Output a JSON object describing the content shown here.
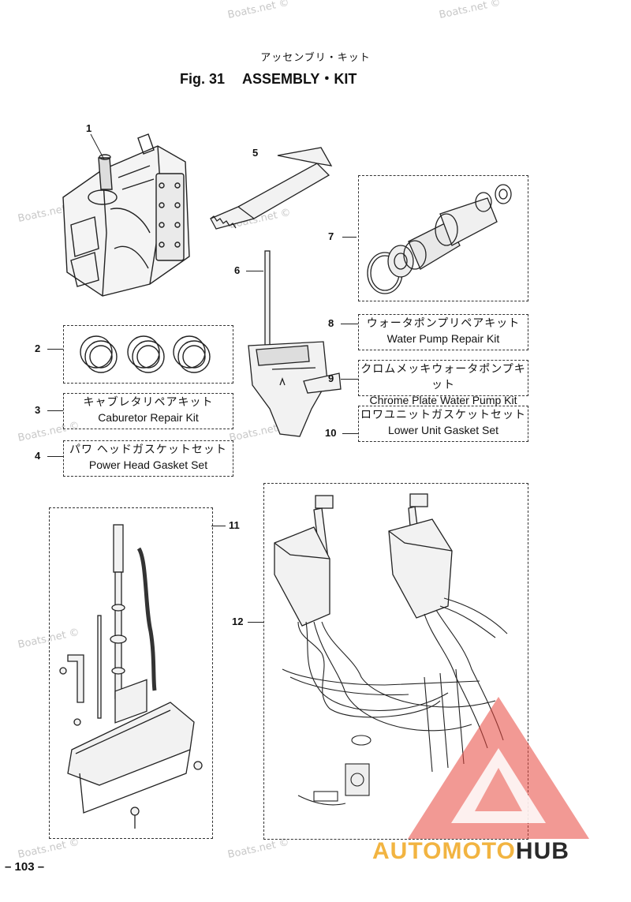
{
  "header": {
    "jp_title": "アッセンブリ・キット",
    "fig_label": "Fig. 31",
    "title": "ASSEMBLY・KIT"
  },
  "callouts": [
    "1",
    "2",
    "3",
    "4",
    "5",
    "6",
    "7",
    "8",
    "9",
    "10",
    "11",
    "12"
  ],
  "kits": {
    "k3": {
      "jp": "キャブレタリペアキット",
      "en": "Caburetor Repair Kit"
    },
    "k4": {
      "jp": "パワ ヘッドガスケットセット",
      "en": "Power Head Gasket Set"
    },
    "k8": {
      "jp": "ウォータポンプリペアキット",
      "en": "Water Pump Repair Kit"
    },
    "k9": {
      "jp": "クロムメッキウォータポンプキット",
      "en": "Chrome Plate Water Pump Kit"
    },
    "k10": {
      "jp": "ロワユニットガスケットセット",
      "en": "Lower Unit Gasket Set"
    }
  },
  "watermark": "Boats.net ©",
  "page_number": "– 103 –",
  "brand": {
    "part1": "AUTOMOTO",
    "part2": "HUB",
    "color_accent": "#f2b441",
    "color_logo_red": "#e8463c"
  }
}
